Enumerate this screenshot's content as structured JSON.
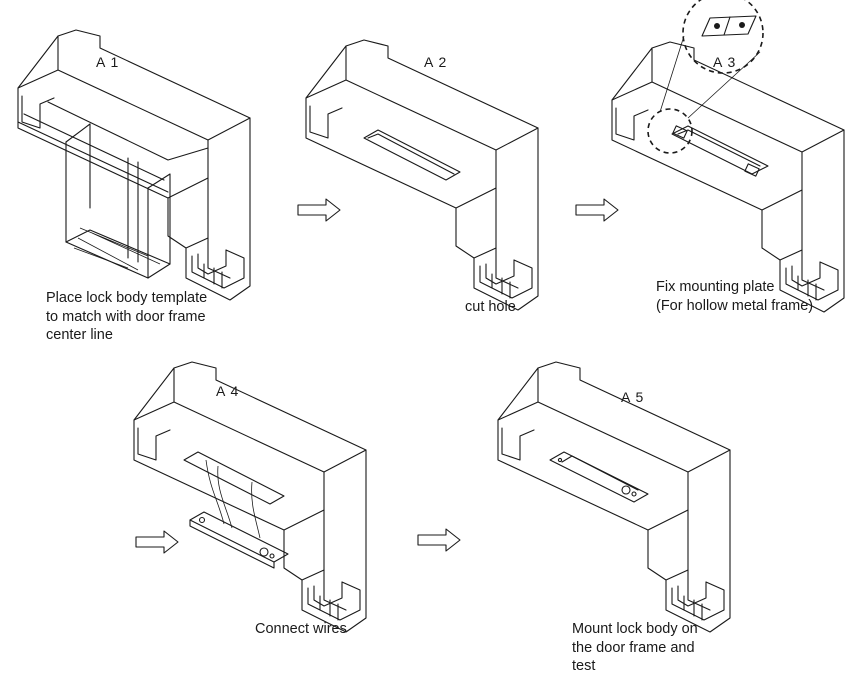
{
  "steps": [
    {
      "id": "A1",
      "label": "A 1",
      "caption": [
        "Place lock body template",
        "to match with door frame",
        "center line"
      ]
    },
    {
      "id": "A2",
      "label": "A 2",
      "caption": [
        "cut hole"
      ]
    },
    {
      "id": "A3",
      "label": "A 3",
      "caption": [
        "Fix mounting plate",
        "(For hollow metal frame)"
      ]
    },
    {
      "id": "A4",
      "label": "A 4",
      "caption": [
        "Connect wires"
      ]
    },
    {
      "id": "A5",
      "label": "A 5",
      "caption": [
        "Mount lock body on",
        "the door frame and",
        "test"
      ]
    }
  ],
  "icons": {
    "next_step": "right-arrow-icon",
    "detail_callout": "magnifier-circle"
  }
}
